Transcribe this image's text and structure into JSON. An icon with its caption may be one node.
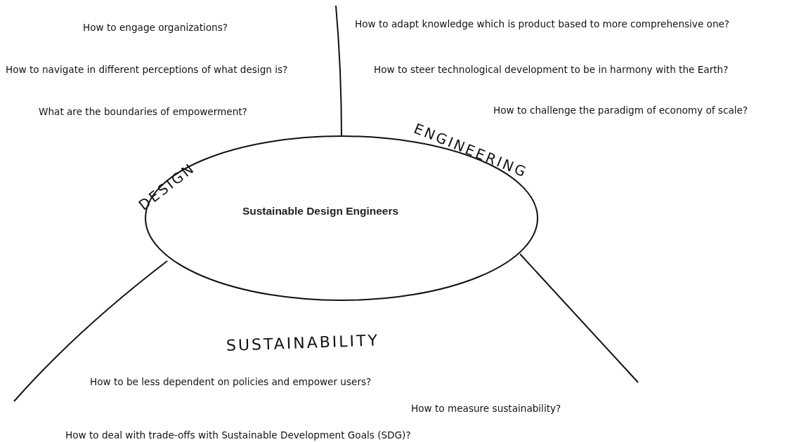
{
  "diagram": {
    "nodes": [
      {
        "text": [
          "Sustainable Design Engineers"
        ]
      }
    ],
    "labels": [
      "How to engage organizations?",
      "How to adapt knowledge which is product based to more comprehensive one?",
      "How to navigate in different perceptions of what design is?",
      "How to steer technological development to be in harmony with the Earth?",
      "What are the boundaries of empowerment?",
      "How to challenge the paradigm of economy of scale?",
      "ENGINEERING",
      "DESIGN",
      "SUSTAINABILITY",
      "How to be less dependent on policies and empower users?",
      "How to measure sustainability?",
      "How to deal with trade-offs with Sustainable Development Goals (SDG)?"
    ]
  }
}
